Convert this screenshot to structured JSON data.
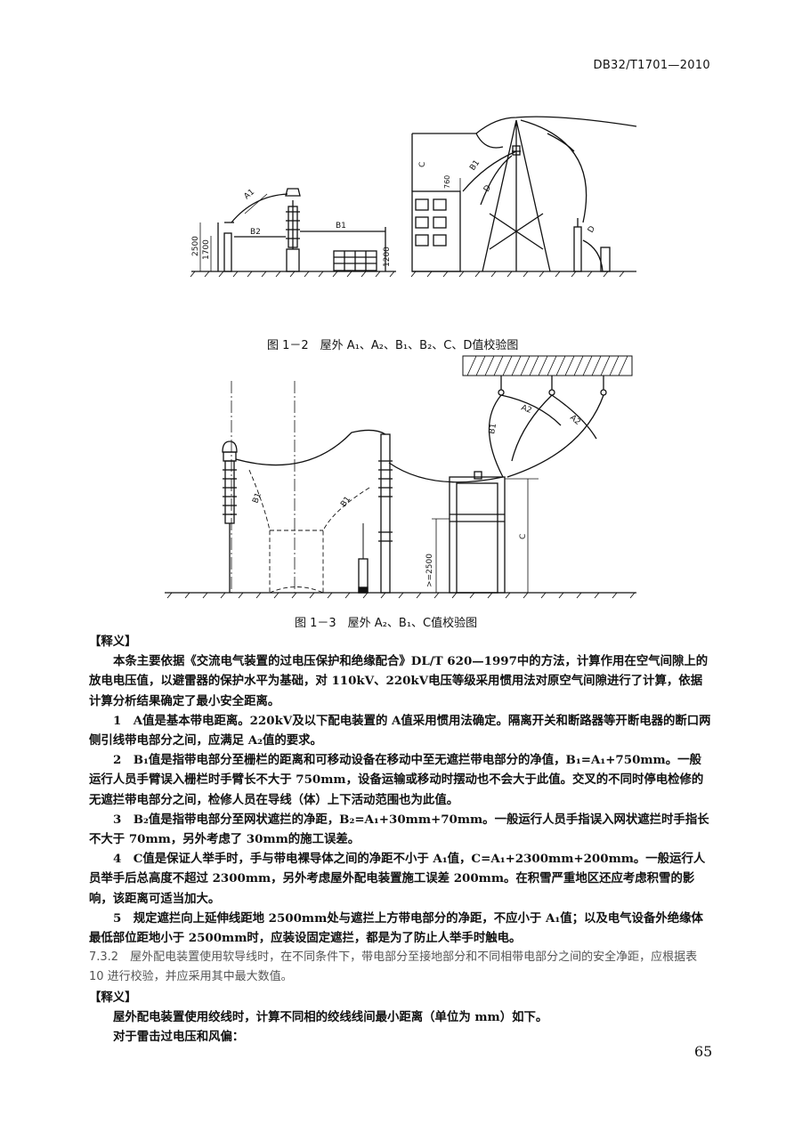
{
  "header": {
    "doc_code": "DB32/T1701—2010"
  },
  "figure1": {
    "caption": "图 1－2　屋外 A₁、A₂、B₁、B₂、C、D值校验图",
    "labels": {
      "a1": "A1",
      "b2": "B2",
      "b1": "B1",
      "h2500": "2500",
      "h1700": "1700",
      "h1200": "1200",
      "c": "C",
      "h760": "760",
      "b1r": "B1",
      "d": "D",
      "d2": "D"
    }
  },
  "figure2": {
    "caption": "图 1－3　屋外 A₂、B₁、C值校验图",
    "labels": {
      "b1a": "B1",
      "b1b": "B1",
      "b1c": "B1",
      "a2a": "A2",
      "a2b": "A2",
      "ge2500": ">=2500",
      "c": "C"
    }
  },
  "section_label_1": "【释义】",
  "paragraphs": [
    "本条主要依据《交流电气装置的过电压保护和绝缘配合》DL/T 620—1997中的方法，计算作用在空气间隙上的放电电压值，以避雷器的保护水平为基础，对 110kV、220kV电压等级采用惯用法对原空气间隙进行了计算，依据计算分析结果确定了最小安全距离。",
    "1　A值是基本带电距离。220kV及以下配电装置的 A值采用惯用法确定。隔离开关和断路器等开断电器的断口两侧引线带电部分之间，应满足 A₂值的要求。",
    "2　B₁值是指带电部分至栅栏的距离和可移动设备在移动中至无遮拦带电部分的净值，B₁=A₁+750mm。一般运行人员手臂误入栅栏时手臂长不大于 750mm，设备运输或移动时摆动也不会大于此值。交叉的不同时停电检修的无遮拦带电部分之间，检修人员在导线（体）上下活动范围也为此值。",
    "3　B₂值是指带电部分至网状遮拦的净距，B₂=A₁+30mm+70mm。一般运行人员手指误入网状遮拦时手指长不大于 70mm，另外考虑了 30mm的施工误差。",
    "4　C值是保证人举手时，手与带电裸导体之间的净距不小于 A₁值，C=A₁+2300mm+200mm。一般运行人员举手后总高度不超过 2300mm，另外考虑屋外配电装置施工误差 200mm。在积雪严重地区还应考虑积雪的影响，该距离可适当加大。",
    "5　规定遮拦向上延伸线距地 2500mm处与遮拦上方带电部分的净距，不应小于 A₁值；以及电气设备外绝缘体最低部位距地小于 2500mm时，应装设固定遮拦，都是为了防止人举手时触电。"
  ],
  "clause_732": "7.3.2　屋外配电装置使用软导线时，在不同条件下，带电部分至接地部分和不同相带电部分之间的安全净距，应根据表 10 进行校验，并应采用其中最大数值。",
  "section_label_2": "【释义】",
  "tail_paragraphs": [
    "屋外配电装置使用绞线时，计算不同相的绞线线间最小距离（单位为 mm）如下。",
    "对于雷击过电压和风偏："
  ],
  "page_number": "65"
}
